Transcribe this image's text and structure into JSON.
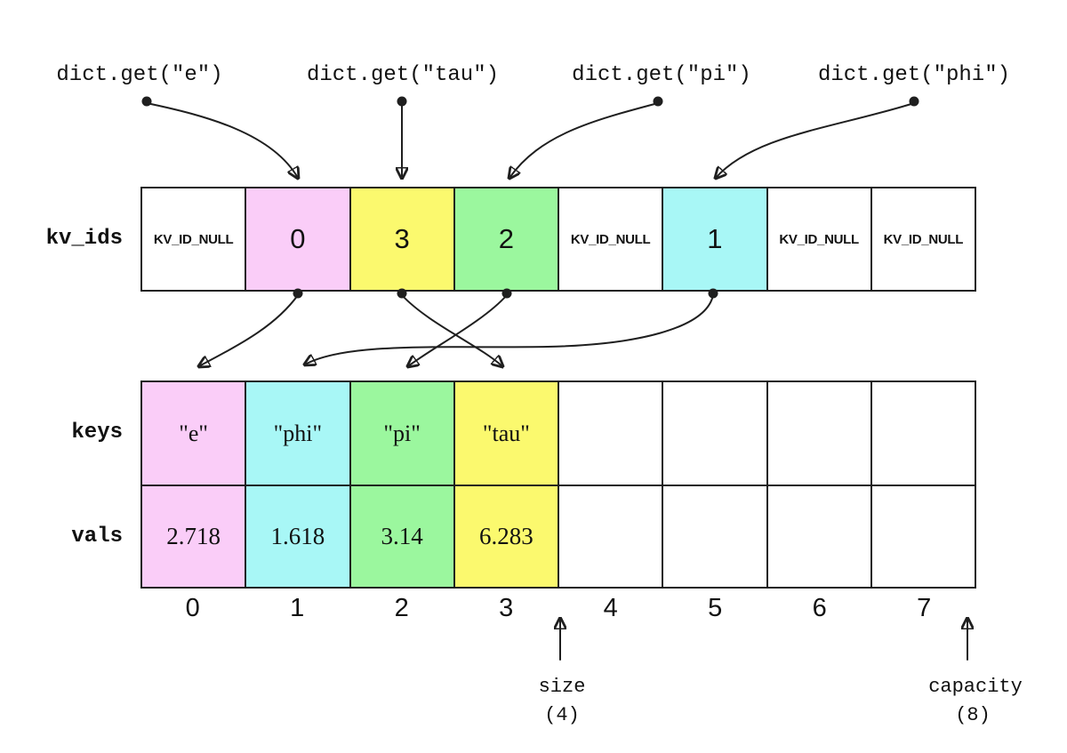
{
  "colors": {
    "pink": "#FACDF8",
    "cyan": "#A8F7F6",
    "green": "#9BF79E",
    "yellow": "#FBF96E",
    "white": "#FFFFFF",
    "line": "#1F1F1F"
  },
  "queries": [
    {
      "label": "dict.get(\"e\")"
    },
    {
      "label": "dict.get(\"tau\")"
    },
    {
      "label": "dict.get(\"pi\")"
    },
    {
      "label": "dict.get(\"phi\")"
    }
  ],
  "kv_ids": {
    "label": "kv_ids",
    "cells": [
      {
        "text": "KV_ID_NULL",
        "bg": "#FFFFFF"
      },
      {
        "text": "0",
        "bg": "#FACDF8"
      },
      {
        "text": "3",
        "bg": "#FBF96E"
      },
      {
        "text": "2",
        "bg": "#9BF79E"
      },
      {
        "text": "KV_ID_NULL",
        "bg": "#FFFFFF"
      },
      {
        "text": "1",
        "bg": "#A8F7F6"
      },
      {
        "text": "KV_ID_NULL",
        "bg": "#FFFFFF"
      },
      {
        "text": "KV_ID_NULL",
        "bg": "#FFFFFF"
      }
    ]
  },
  "keys": {
    "label": "keys",
    "cells": [
      {
        "text": "\"e\"",
        "bg": "#FACDF8"
      },
      {
        "text": "\"phi\"",
        "bg": "#A8F7F6"
      },
      {
        "text": "\"pi\"",
        "bg": "#9BF79E"
      },
      {
        "text": "\"tau\"",
        "bg": "#FBF96E"
      },
      {
        "text": "",
        "bg": "#FFFFFF"
      },
      {
        "text": "",
        "bg": "#FFFFFF"
      },
      {
        "text": "",
        "bg": "#FFFFFF"
      },
      {
        "text": "",
        "bg": "#FFFFFF"
      }
    ]
  },
  "vals": {
    "label": "vals",
    "cells": [
      {
        "text": "2.718",
        "bg": "#FACDF8"
      },
      {
        "text": "1.618",
        "bg": "#A8F7F6"
      },
      {
        "text": "3.14",
        "bg": "#9BF79E"
      },
      {
        "text": "6.283",
        "bg": "#FBF96E"
      },
      {
        "text": "",
        "bg": "#FFFFFF"
      },
      {
        "text": "",
        "bg": "#FFFFFF"
      },
      {
        "text": "",
        "bg": "#FFFFFF"
      },
      {
        "text": "",
        "bg": "#FFFFFF"
      }
    ]
  },
  "indices": [
    "0",
    "1",
    "2",
    "3",
    "4",
    "5",
    "6",
    "7"
  ],
  "annotations": {
    "size": {
      "label": "size",
      "value": "(4)"
    },
    "capacity": {
      "label": "capacity",
      "value": "(8)"
    }
  }
}
